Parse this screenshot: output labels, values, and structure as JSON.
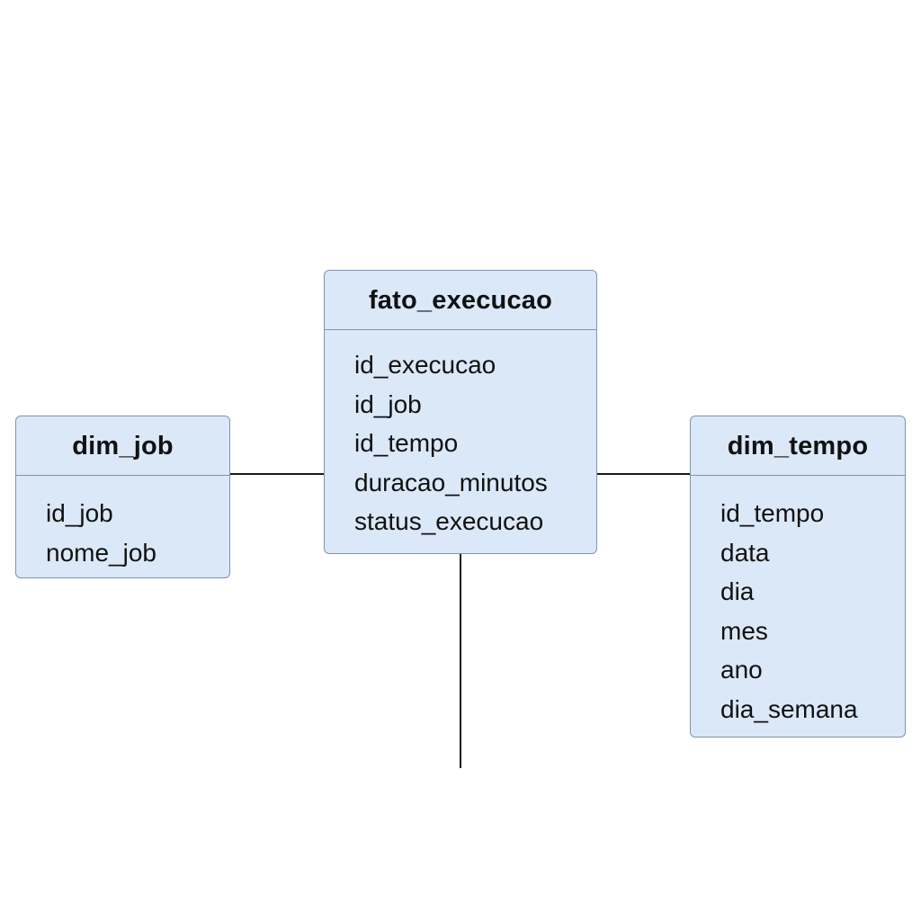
{
  "diagram": {
    "entities": {
      "dim_job": {
        "title": "dim_job",
        "fields": [
          "id_job",
          "nome_job"
        ]
      },
      "fato_execucao": {
        "title": "fato_execucao",
        "fields": [
          "id_execucao",
          "id_job",
          "id_tempo",
          "duracao_minutos",
          "status_execucao"
        ]
      },
      "dim_tempo": {
        "title": "dim_tempo",
        "fields": [
          "id_tempo",
          "data",
          "dia",
          "mes",
          "ano",
          "dia_semana"
        ]
      }
    },
    "relationships": [
      {
        "from": "dim_job",
        "to": "fato_execucao"
      },
      {
        "from": "fato_execucao",
        "to": "dim_tempo"
      }
    ],
    "colors": {
      "entity_fill": "#dbe8f8",
      "entity_border": "#7f93ad",
      "connector": "#1a1a1a",
      "text": "#111111",
      "background": "#ffffff"
    }
  }
}
